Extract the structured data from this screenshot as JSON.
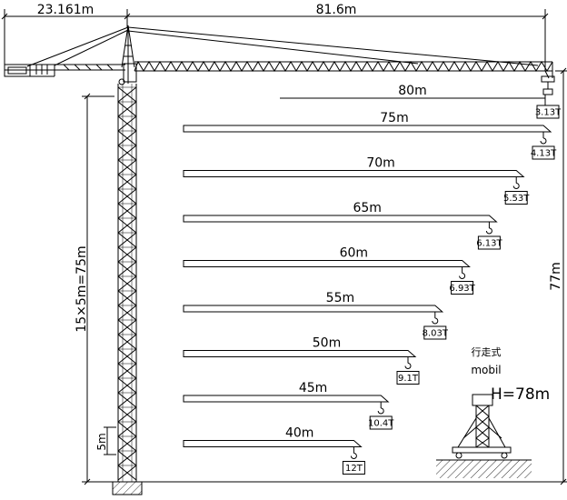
{
  "dimensions": {
    "counter_jib": "23.161m",
    "jib": "81.6m",
    "max_radius": "80m",
    "tower_sections": "15×5m=75m",
    "total_height": "77m",
    "section_height": "5m"
  },
  "tip_load": "3.13T",
  "load_chart": [
    {
      "radius": "75m",
      "load": "4.13T"
    },
    {
      "radius": "70m",
      "load": "5.53T"
    },
    {
      "radius": "65m",
      "load": "6.13T"
    },
    {
      "radius": "60m",
      "load": "6.93T"
    },
    {
      "radius": "55m",
      "load": "8.03T"
    },
    {
      "radius": "50m",
      "load": "9.1T"
    },
    {
      "radius": "45m",
      "load": "10.4T"
    },
    {
      "radius": "40m",
      "load": "12T"
    }
  ],
  "mobile_note": {
    "chinese": "行走式",
    "english": "mobil",
    "height": "H=78m"
  }
}
